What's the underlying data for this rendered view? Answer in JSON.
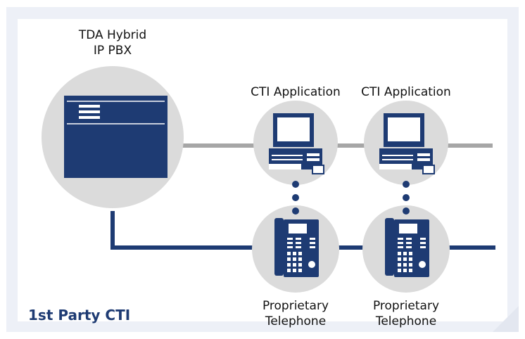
{
  "pbx": {
    "line1": "TDA Hybrid",
    "line2": "IP PBX"
  },
  "cti_label_1": "CTI Application",
  "cti_label_2": "CTI Application",
  "phone_label_1": {
    "line1": "Proprietary",
    "line2": "Telephone"
  },
  "phone_label_2": {
    "line1": "Proprietary",
    "line2": "Telephone"
  },
  "diagram_title": "1st Party CTI",
  "colors": {
    "navy": "#1e3b73",
    "circle": "#dbdbdb",
    "gray_line": "#a6a6a6",
    "frame": "#edf0f7"
  },
  "icons": [
    "pbx-icon",
    "computer-icon",
    "telephone-icon"
  ]
}
